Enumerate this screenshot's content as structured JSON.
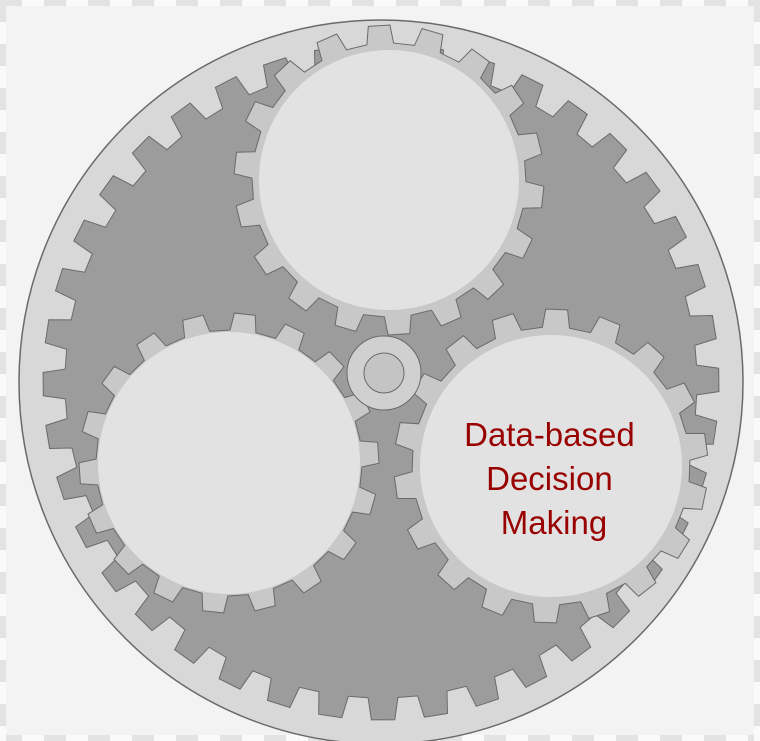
{
  "diagram": {
    "gears": [
      {
        "id": "top",
        "label": []
      },
      {
        "id": "left",
        "label": []
      },
      {
        "id": "right",
        "label": [
          "Data-based",
          "Decision",
          "Making"
        ]
      }
    ],
    "colors": {
      "background": "#f3f3f3",
      "outer_ring": "#d8d8d8",
      "ring_gear": "#9c9c9c",
      "planet_gear": "#c8c8c8",
      "planet_disc": "#e2e2e2",
      "label_text": "#990000"
    }
  }
}
